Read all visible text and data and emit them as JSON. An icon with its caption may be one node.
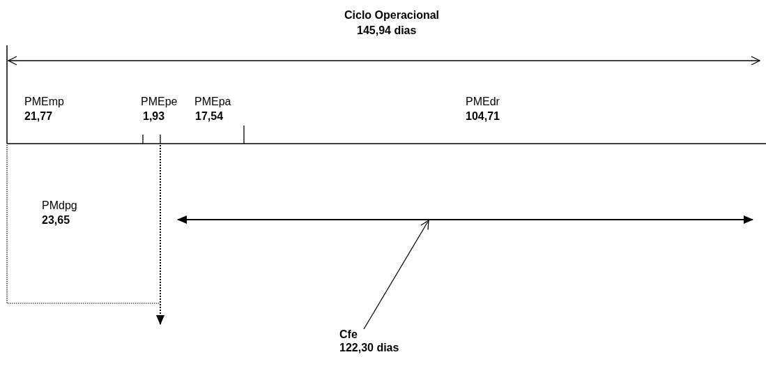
{
  "diagram": {
    "nodes": [
      {
        "text": [
          "Cfe",
          "122,30 dias"
        ]
      },
      {
        "text": [],
        "shape": "bar"
      }
    ],
    "edges": [
      {
        "from": 0,
        "to": 1,
        "arrow": "to"
      }
    ],
    "labels": [
      "Ciclo Operacional",
      "145,94 dias",
      "PMEmp",
      "21,77",
      "PMEpe",
      "1,93",
      "PMEpa",
      "17,54",
      "PMEdr",
      "104,71",
      "PMdpg",
      "23,65"
    ]
  }
}
